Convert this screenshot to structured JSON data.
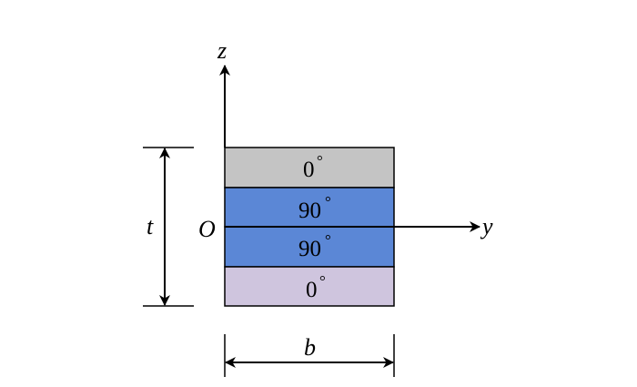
{
  "labels": {
    "z_axis": "z",
    "y_axis": "y",
    "origin": "O",
    "thickness": "t",
    "width": "b"
  },
  "degree_symbol": "°",
  "plies": [
    {
      "angle": "0",
      "color": "#c4c4c4"
    },
    {
      "angle": "90",
      "color": "#5b87d6"
    },
    {
      "angle": "90",
      "color": "#5b87d6"
    },
    {
      "angle": "0",
      "color": "#cfc5de"
    }
  ]
}
